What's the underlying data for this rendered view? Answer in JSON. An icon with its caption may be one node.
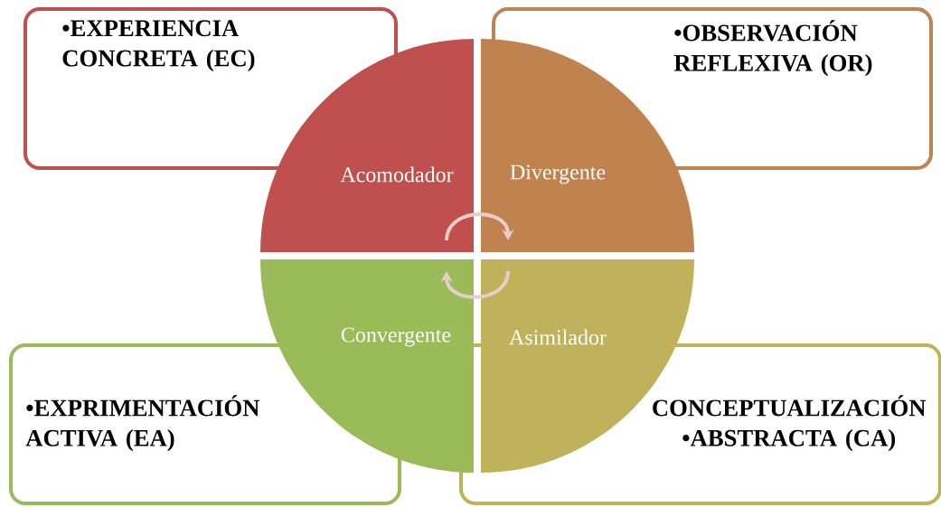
{
  "diagram": {
    "nodes": [
      {
        "text": [
          "•EXPERIENCIA CONCRETA (EC)"
        ]
      },
      {
        "text": [
          "•OBSERVACIÓN REFLEXIVA (OR)"
        ]
      },
      {
        "text": [
          "Acomodador"
        ]
      },
      {
        "text": [
          "Divergente"
        ]
      },
      {
        "text": [
          "Convergente"
        ]
      },
      {
        "text": [
          "Asimilador"
        ]
      },
      {
        "text": [
          "•EXPRIMENTACIÓN ACTIVA (EA)"
        ]
      },
      {
        "text": [
          "CONCEPTUALIZACIÓN •ABSTRACTA (CA)"
        ]
      }
    ],
    "edges": [
      {
        "from": 2,
        "to": 3,
        "arrow": "to"
      },
      {
        "from": 5,
        "to": 4,
        "arrow": "to"
      }
    ]
  }
}
